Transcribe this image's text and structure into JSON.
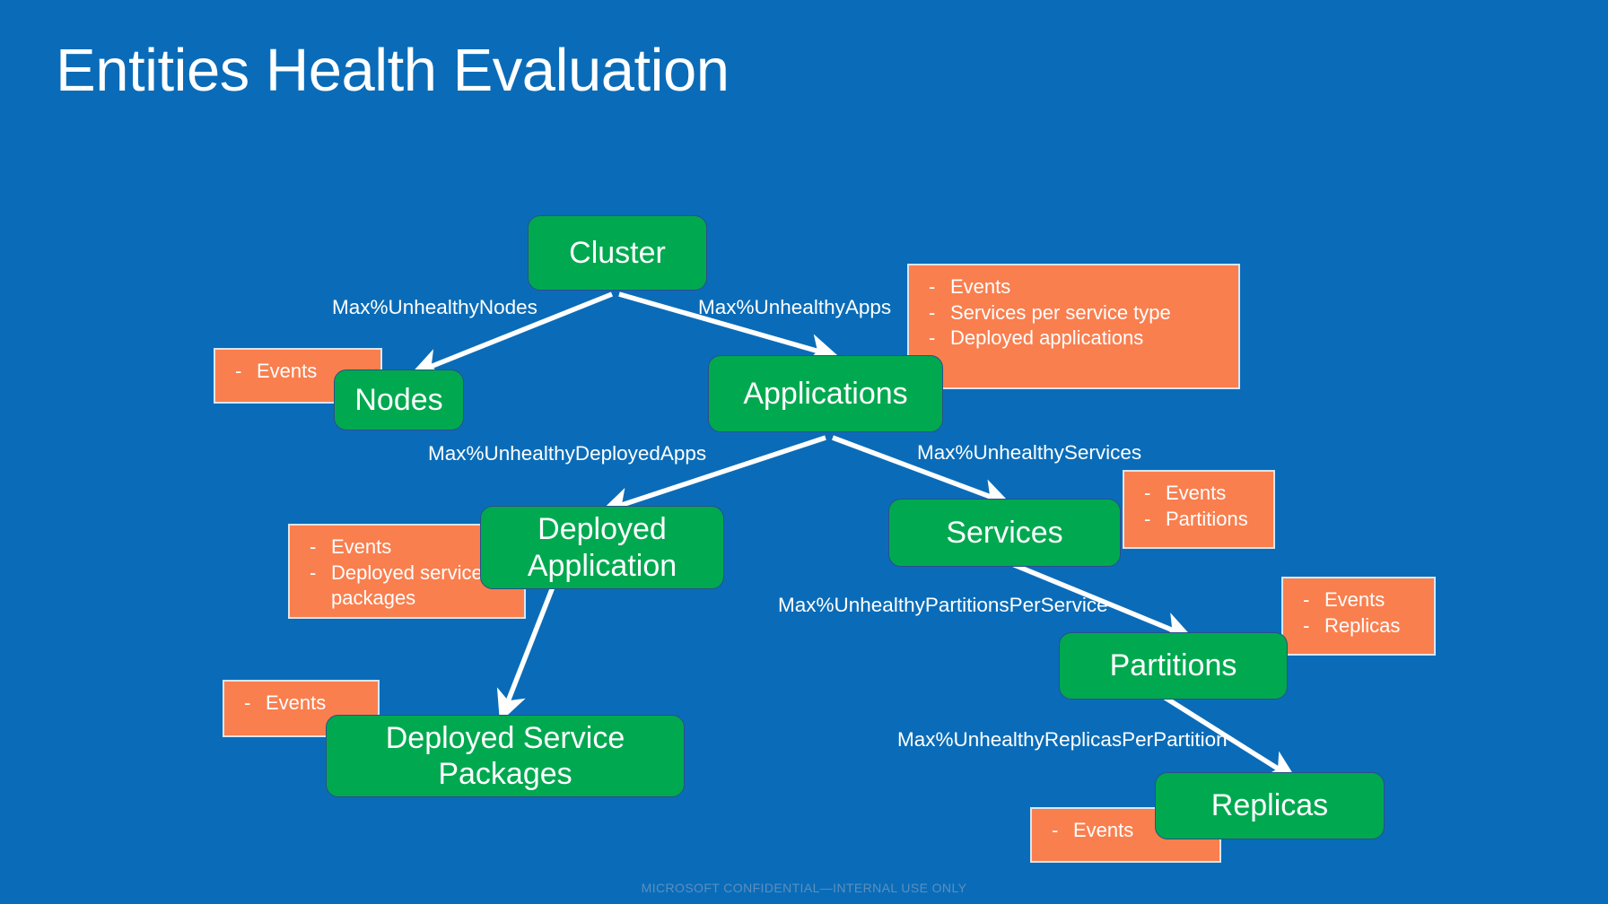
{
  "slide": {
    "title": "Entities Health Evaluation",
    "background_color": "#0A6CB8",
    "footer": "MICROSOFT CONFIDENTIAL—INTERNAL USE ONLY"
  },
  "colors": {
    "background": "#0A6CB8",
    "entity_fill": "#00A94F",
    "entity_border": "#2B4E8C",
    "callout_fill": "#F97F4F",
    "callout_border": "#D8E6F2",
    "text": "#FFFFFF",
    "footer_text": "#5C8FBE",
    "arrow": "#FFFFFF"
  },
  "entities": [
    {
      "id": "cluster",
      "label": "Cluster"
    },
    {
      "id": "nodes",
      "label": "Nodes"
    },
    {
      "id": "applications",
      "label": "Applications"
    },
    {
      "id": "deployed-application",
      "label": "Deployed Application"
    },
    {
      "id": "services",
      "label": "Services"
    },
    {
      "id": "deployed-service-packages",
      "label": "Deployed Service Packages"
    },
    {
      "id": "partitions",
      "label": "Partitions"
    },
    {
      "id": "replicas",
      "label": "Replicas"
    }
  ],
  "edges": [
    {
      "from": "cluster",
      "to": "nodes",
      "label": "Max%UnhealthyNodes"
    },
    {
      "from": "cluster",
      "to": "applications",
      "label": "Max%UnhealthyApps"
    },
    {
      "from": "applications",
      "to": "deployed-application",
      "label": "Max%UnhealthyDeployedApps"
    },
    {
      "from": "applications",
      "to": "services",
      "label": "Max%UnhealthyServices"
    },
    {
      "from": "deployed-application",
      "to": "deployed-service-packages",
      "label": ""
    },
    {
      "from": "services",
      "to": "partitions",
      "label": "Max%UnhealthyPartitionsPerService"
    },
    {
      "from": "partitions",
      "to": "replicas",
      "label": "Max%UnhealthyReplicasPerPartition"
    }
  ],
  "callouts": [
    {
      "id": "callout-nodes",
      "for": "nodes",
      "items": [
        "Events"
      ]
    },
    {
      "id": "callout-applications",
      "for": "applications",
      "items": [
        "Events",
        "Services per service type",
        "Deployed applications"
      ]
    },
    {
      "id": "callout-deployed-application",
      "for": "deployed-application",
      "items": [
        "Events",
        "Deployed service packages"
      ]
    },
    {
      "id": "callout-services",
      "for": "services",
      "items": [
        "Events",
        "Partitions"
      ]
    },
    {
      "id": "callout-deployed-service-packages",
      "for": "deployed-service-packages",
      "items": [
        "Events"
      ]
    },
    {
      "id": "callout-partitions",
      "for": "partitions",
      "items": [
        "Events",
        "Replicas"
      ]
    },
    {
      "id": "callout-replicas",
      "for": "replicas",
      "items": [
        "Events"
      ]
    }
  ]
}
